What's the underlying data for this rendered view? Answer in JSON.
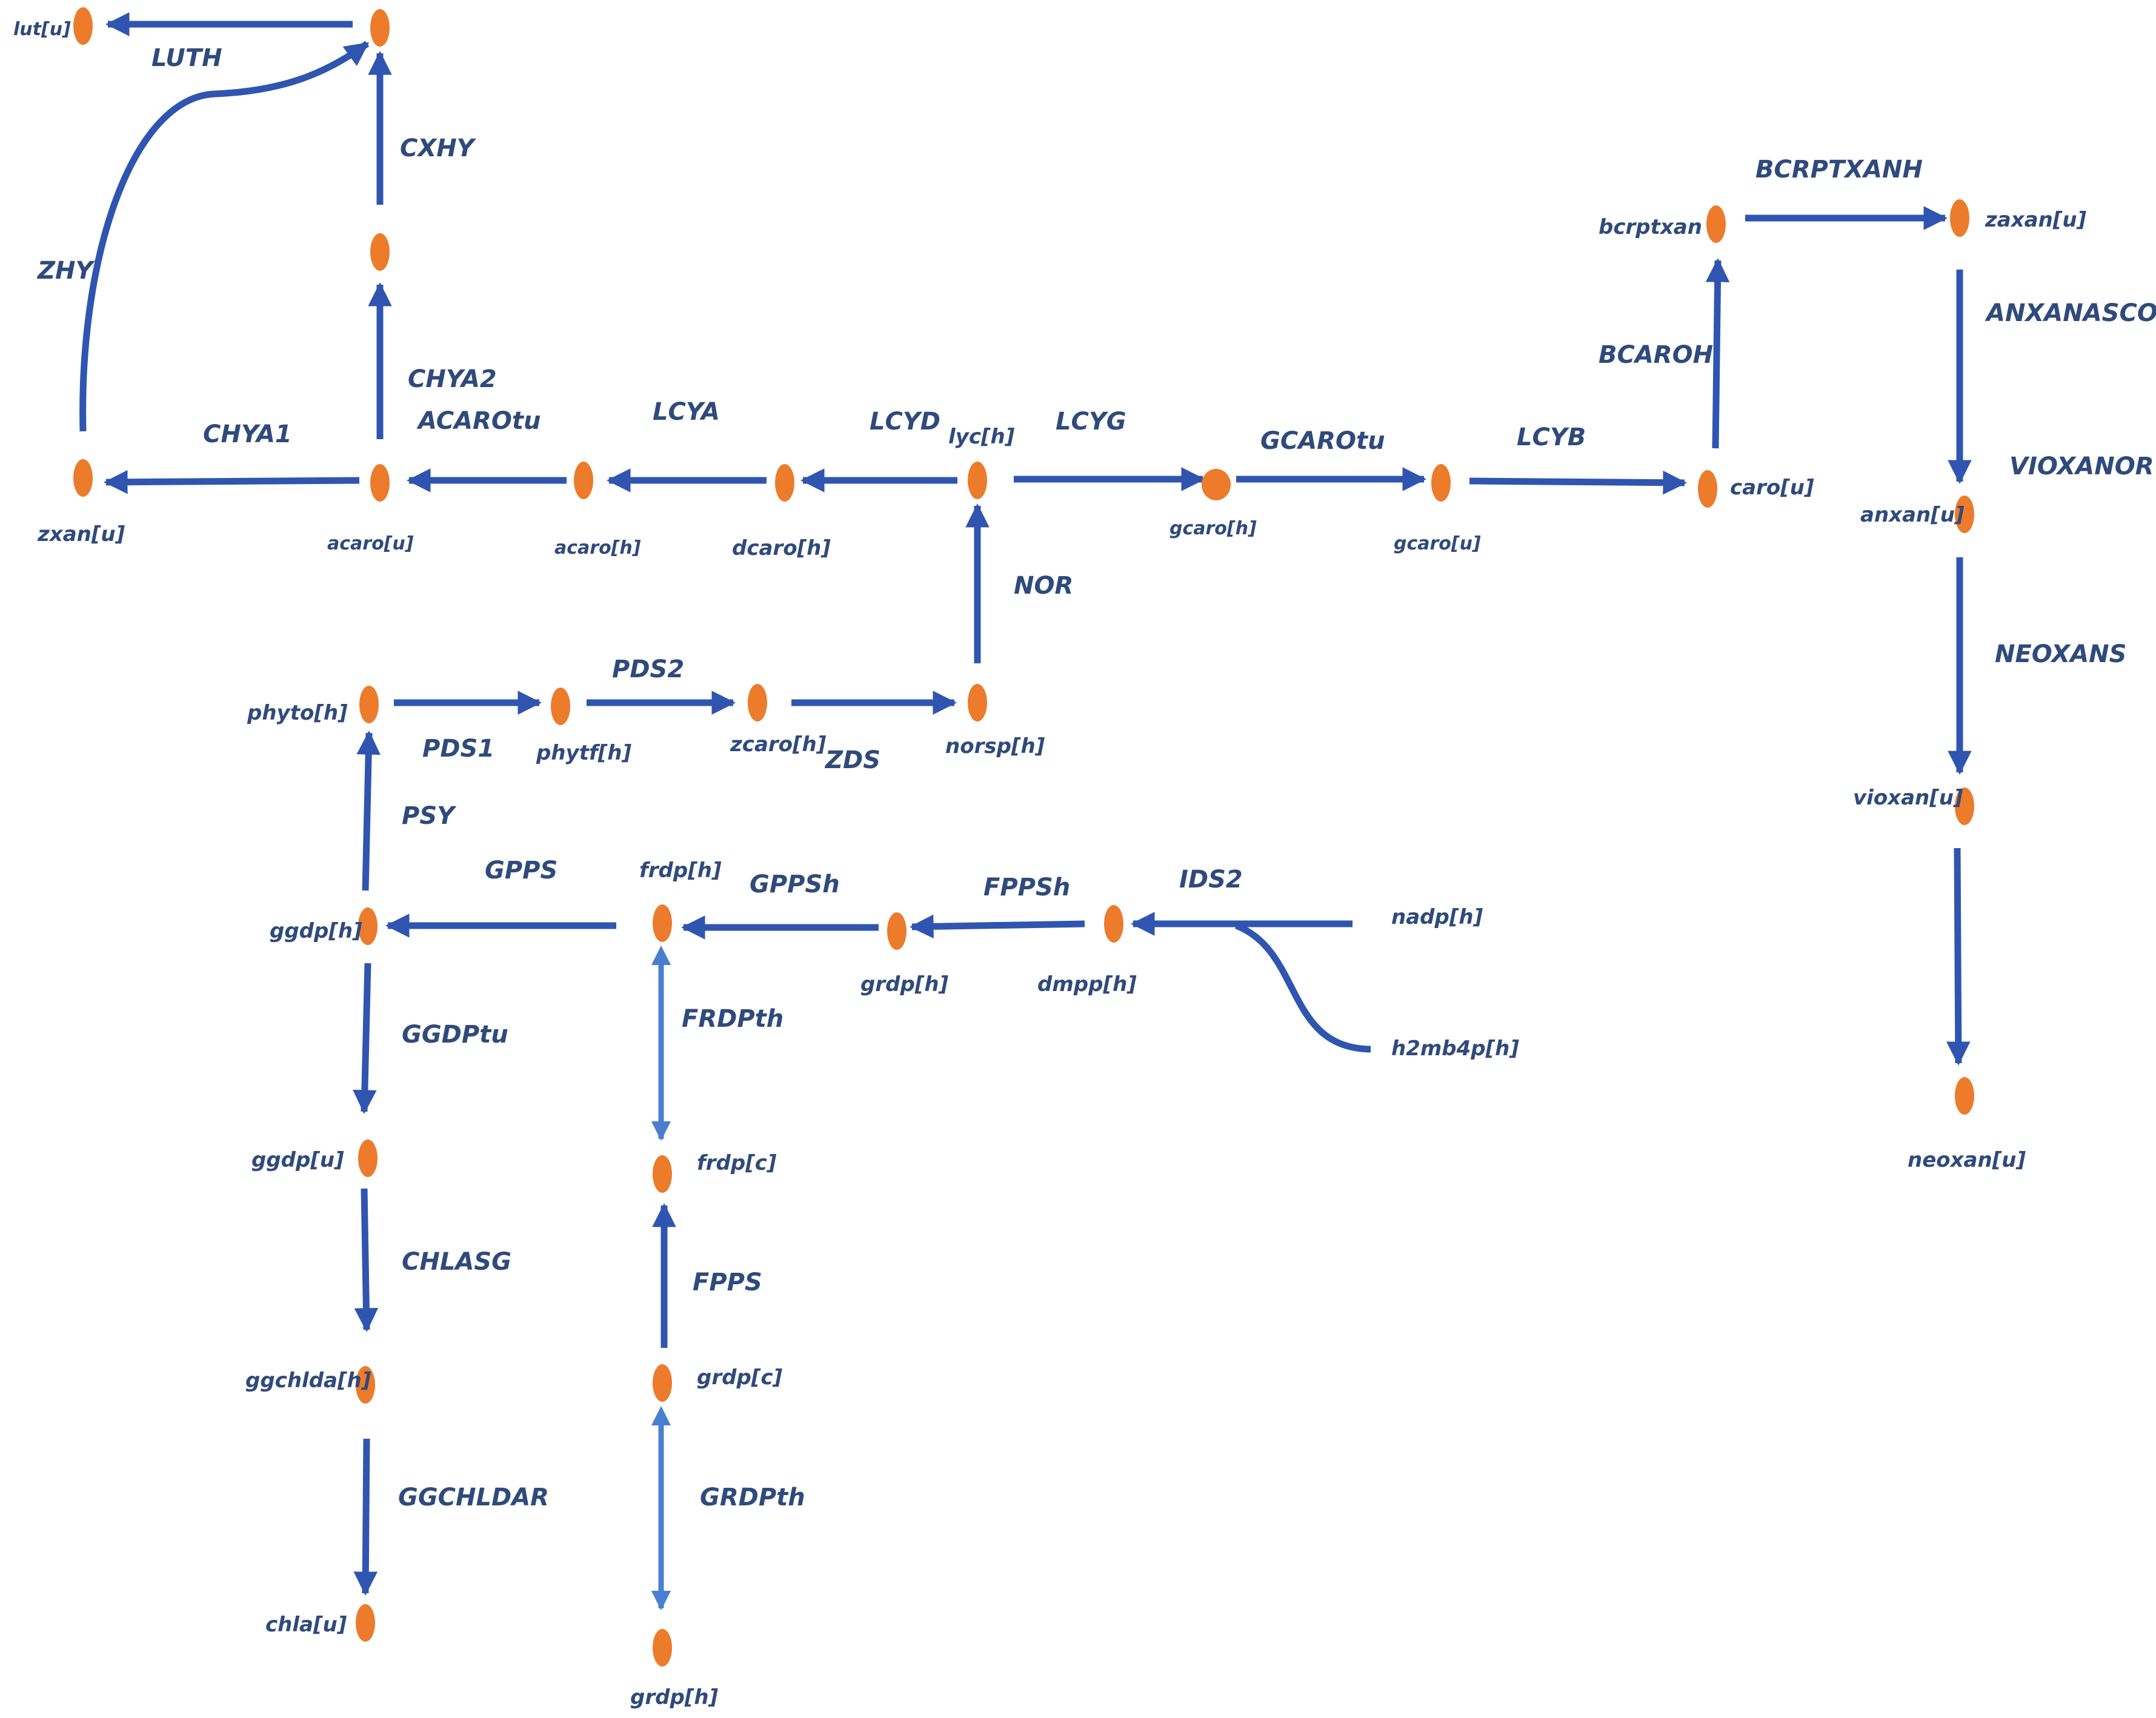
{
  "colors": {
    "arrow": "#2f55b0",
    "arrow_light": "#4a7fd0",
    "node": "#ec7b2b",
    "label": "#2f4a7c"
  },
  "metabolites": {
    "lut_u": "lut[u]",
    "zxan_u": "zxan[u]",
    "acaro_u": "acaro[u]",
    "acaro_h": "acaro[h]",
    "dcaro_h": "dcaro[h]",
    "lyc_h": "lyc[h]",
    "gcaro_h": "gcaro[h]",
    "gcaro_u": "gcaro[u]",
    "caro_u": "caro[u]",
    "bcrptxan": "bcrptxan",
    "zaxan_u": "zaxan[u]",
    "anxan_u": "anxan[u]",
    "vioxan_u": "vioxan[u]",
    "neoxan_u": "neoxan[u]",
    "phyto_h": "phyto[h]",
    "phytf_h": "phytf[h]",
    "zcaro_h": "zcaro[h]",
    "norsp_h": "norsp[h]",
    "ggdp_h": "ggdp[h]",
    "frdp_h": "frdp[h]",
    "grdp_h": "grdp[h]",
    "dmpp_h": "dmpp[h]",
    "nadp_h": "nadp[h]",
    "h2mb4p_h": "h2mb4p[h]",
    "ggdp_u": "ggdp[u]",
    "frdp_c": "frdp[c]",
    "ggchlda_h": "ggchlda[h]",
    "grdp_c": "grdp[c]",
    "chla_u": "chla[u]",
    "grdp_h_bottom": "grdp[h]"
  },
  "reactions": {
    "LUTH": "LUTH",
    "CXHY": "CXHY",
    "ZHY": "ZHY",
    "CHYA2": "CHYA2",
    "ACAROtu": "ACAROtu",
    "CHYA1": "CHYA1",
    "LCYA": "LCYA",
    "LCYD": "LCYD",
    "LCYG": "LCYG",
    "GCAROtu": "GCAROtu",
    "LCYB": "LCYB",
    "BCAROH": "BCAROH",
    "BCRPTXANH": "BCRPTXANH",
    "ANXANASCOR": "ANXANASCOR",
    "VIOXANOR": "VIOXANOR",
    "NEOXANS": "NEOXANS",
    "NOR": "NOR",
    "PDS2": "PDS2",
    "PDS1": "PDS1",
    "ZDS": "ZDS",
    "PSY": "PSY",
    "GPPS": "GPPS",
    "GPPSh": "GPPSh",
    "FPPSh": "FPPSh",
    "IDS2": "IDS2",
    "GGDPtu": "GGDPtu",
    "FRDPth": "FRDPth",
    "CHLASG": "CHLASG",
    "FPPS": "FPPS",
    "GGCHLDAR": "GGCHLDAR",
    "GRDPth": "GRDPth"
  }
}
